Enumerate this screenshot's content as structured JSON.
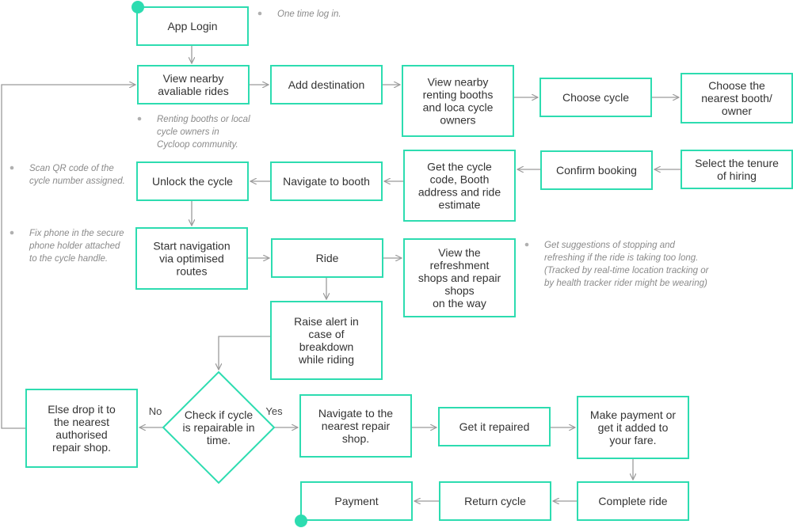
{
  "colors": {
    "box_stroke": "#2ddcb0",
    "start_end_dot": "#2ddcb0",
    "connector": "#9a9a9a",
    "note_bullet": "#b0b0b0"
  },
  "nodes": {
    "app_login": [
      "App Login"
    ],
    "view_rides": [
      "View nearby",
      "avaliable rides"
    ],
    "add_destination": [
      "Add destination"
    ],
    "view_booths": [
      "View nearby",
      "renting booths",
      "and loca cycle",
      "owners"
    ],
    "choose_cycle": [
      "Choose cycle"
    ],
    "choose_booth": [
      "Choose the",
      "nearest booth/",
      "owner"
    ],
    "select_tenure": [
      "Select the tenure",
      "of hiring"
    ],
    "confirm_booking": [
      "Confirm booking"
    ],
    "get_code": [
      "Get the cycle",
      "code, Booth",
      "address and ride",
      "estimate"
    ],
    "navigate_booth": [
      "Navigate to booth"
    ],
    "unlock_cycle": [
      "Unlock the cycle"
    ],
    "start_navigation": [
      "Start navigation",
      "via optimised",
      "routes"
    ],
    "ride": [
      "Ride"
    ],
    "view_refreshment": [
      "View the",
      "refreshment",
      "shops and repair",
      "shops",
      "on the way"
    ],
    "raise_alert": [
      "Raise alert in",
      "case of",
      "breakdown",
      "while riding"
    ],
    "check_repairable": [
      "Check if cycle",
      "is repairable in",
      "time."
    ],
    "drop_cycle": [
      "Else drop it to",
      "the nearest",
      "authorised",
      "repair shop."
    ],
    "navigate_repair": [
      "Navigate to the",
      "nearest repair",
      "shop."
    ],
    "get_repaired": [
      "Get it repaired"
    ],
    "make_payment": [
      "Make payment or",
      "get it added to",
      "your fare."
    ],
    "complete_ride": [
      "Complete ride"
    ],
    "return_cycle": [
      "Return cycle"
    ],
    "payment": [
      "Payment"
    ]
  },
  "edge_labels": {
    "no": "No",
    "yes": "Yes"
  },
  "notes": {
    "login_note": [
      "One time log in."
    ],
    "booths_note": [
      "Renting booths or local",
      "cycle owners in",
      "Cycloop community."
    ],
    "qr_note": [
      "Scan QR code of the",
      "cycle number assigned."
    ],
    "phone_note": [
      "Fix phone in the secure",
      "phone holder attached",
      "to the cycle handle."
    ],
    "suggest_note": [
      "Get suggestions of stopping and",
      "refreshing if the ride is taking too long.",
      "(Tracked by real-time location tracking or",
      "by health tracker rider might be wearing)"
    ]
  }
}
